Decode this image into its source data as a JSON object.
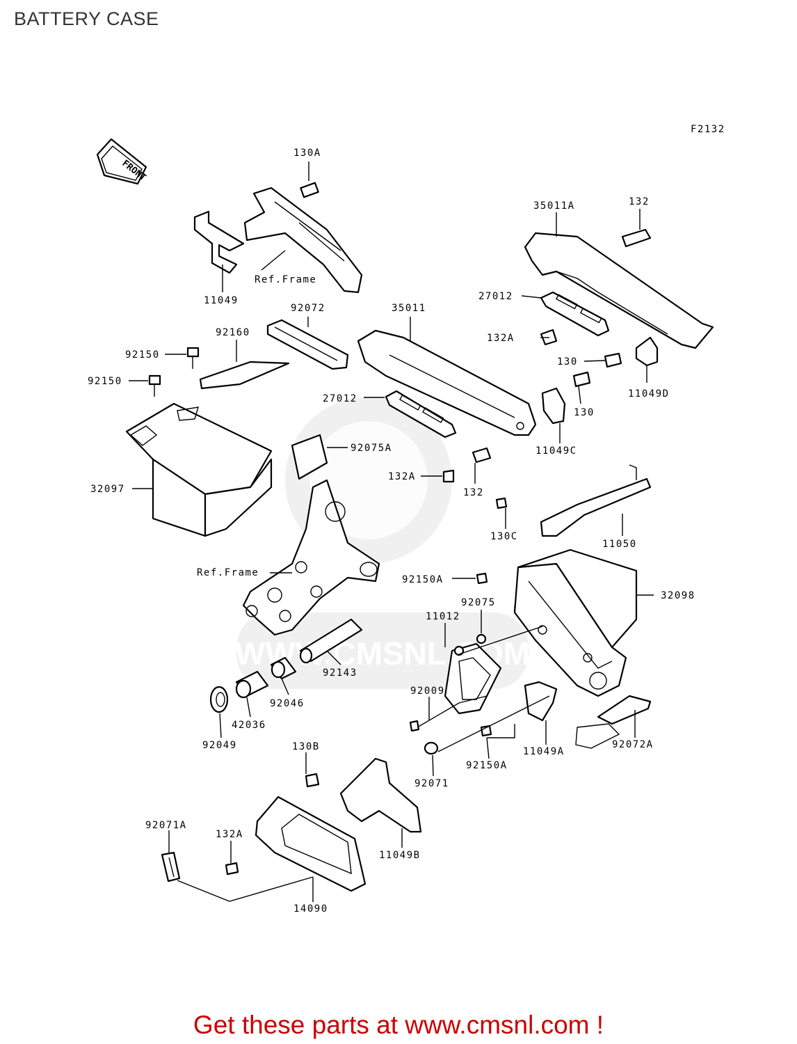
{
  "page": {
    "title": "BATTERY CASE",
    "figure_code": "F2132",
    "front_label": "FRONT",
    "footer": "Get these parts at www.cmsnl.com !",
    "watermark": "WWW.CMSNL.COM",
    "footer_color": "#cc0000"
  },
  "labels": {
    "l130A": "130A",
    "l11049": "11049",
    "refframe1": "Ref.Frame",
    "l35011A": "35011A",
    "l132a": "132",
    "l27012a": "27012",
    "l132A_1": "132A",
    "l130_1": "130",
    "l11049D": "11049D",
    "l92072": "92072",
    "l92160": "92160",
    "l35011": "35011",
    "l92150_1": "92150",
    "l92150_2": "92150",
    "l27012b": "27012",
    "l130_2": "130",
    "l11049C": "11049C",
    "l92075A": "92075A",
    "l132A_2": "132A",
    "l132b": "132",
    "l32097": "32097",
    "l130C": "130C",
    "l11050": "11050",
    "refframe2": "Ref.Frame",
    "l92150A_1": "92150A",
    "l32098": "32098",
    "l92075": "92075",
    "l11012": "11012",
    "l92143": "92143",
    "l92046": "92046",
    "l92009": "92009",
    "l42036": "42036",
    "l92049": "92049",
    "l11049A": "11049A",
    "l92072A": "92072A",
    "l92150A_2": "92150A",
    "l92071": "92071",
    "l130B": "130B",
    "l92071A": "92071A",
    "l132A_3": "132A",
    "l11049B": "11049B",
    "l14090": "14090"
  }
}
